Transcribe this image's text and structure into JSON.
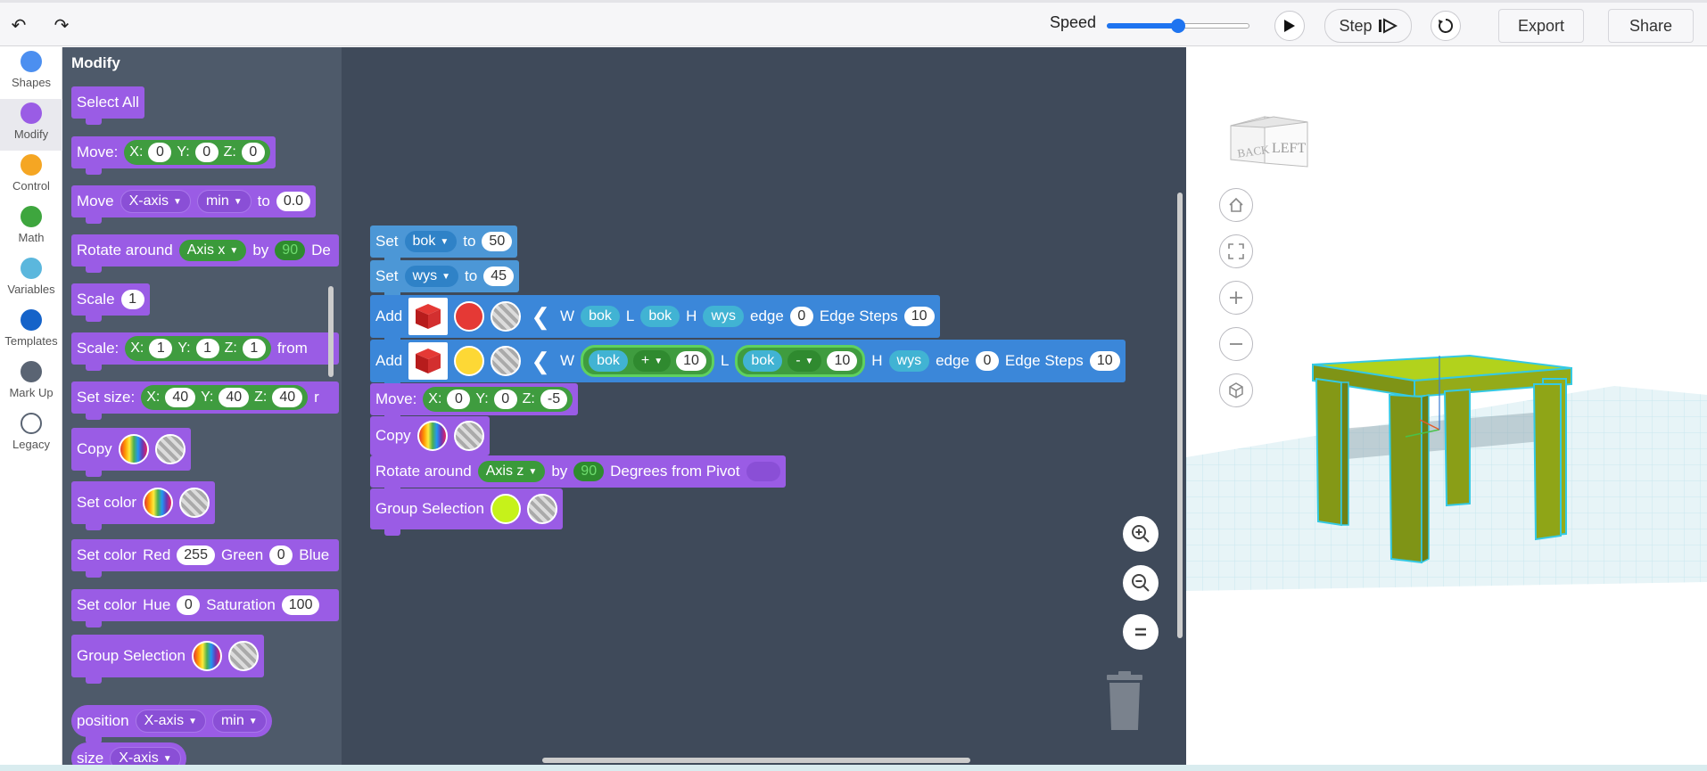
{
  "toolbar": {
    "undo_icon": "undo-icon",
    "redo_icon": "redo-icon",
    "speed_label": "Speed",
    "speed_value": 0.5,
    "step_label": "Step",
    "export_label": "Export",
    "share_label": "Share"
  },
  "categories": [
    {
      "label": "Shapes",
      "color": "#4c8ff0"
    },
    {
      "label": "Modify",
      "color": "#9a5ce5"
    },
    {
      "label": "Control",
      "color": "#f5a623"
    },
    {
      "label": "Math",
      "color": "#3ea63e"
    },
    {
      "label": "Variables",
      "color": "#5bb7dd"
    },
    {
      "label": "Templates",
      "color": "#1563c9"
    },
    {
      "label": "Mark Up",
      "color": "#5a6473"
    },
    {
      "label": "Legacy",
      "color": "#ffffff"
    }
  ],
  "flyout": {
    "title": "Modify",
    "select_all": "Select All",
    "move": {
      "label": "Move:",
      "x_label": "X:",
      "x": "0",
      "y_label": "Y:",
      "y": "0",
      "z_label": "Z:",
      "z": "0"
    },
    "move_axis": {
      "label": "Move",
      "axis": "X-axis",
      "which": "min",
      "to": "to",
      "value": "0.0"
    },
    "rotate": {
      "label": "Rotate around",
      "axis": "Axis x",
      "by": "by",
      "value": "90",
      "tail": "De"
    },
    "scale1": {
      "label": "Scale",
      "value": "1"
    },
    "scale2": {
      "label": "Scale:",
      "x_label": "X:",
      "x": "1",
      "y_label": "Y:",
      "y": "1",
      "z_label": "Z:",
      "z": "1",
      "tail": "from"
    },
    "set_size": {
      "label": "Set size:",
      "x_label": "X:",
      "x": "40",
      "y_label": "Y:",
      "y": "40",
      "z_label": "Z:",
      "z": "40",
      "tail": "r"
    },
    "copy": {
      "label": "Copy"
    },
    "set_color": {
      "label": "Set color"
    },
    "set_color_rgb": {
      "label": "Set color",
      "red_label": "Red",
      "red": "255",
      "green_label": "Green",
      "green": "0",
      "blue_label": "Blue"
    },
    "set_color_hsv": {
      "label": "Set color",
      "hue_label": "Hue",
      "hue": "0",
      "sat_label": "Saturation",
      "sat": "100"
    },
    "group_selection": {
      "label": "Group Selection"
    },
    "position": {
      "label": "position",
      "axis": "X-axis",
      "which": "min"
    },
    "size": {
      "label": "size",
      "axis": "X-axis"
    }
  },
  "workspace": {
    "set1": {
      "label": "Set",
      "var": "bok",
      "to": "to",
      "value": "50"
    },
    "set2": {
      "label": "Set",
      "var": "wys",
      "to": "to",
      "value": "45"
    },
    "add1": {
      "label": "Add",
      "color": "#e53935",
      "w": "W",
      "w_var": "bok",
      "l": "L",
      "l_var": "bok",
      "h": "H",
      "h_var": "wys",
      "edge_label": "edge",
      "edge": "0",
      "steps_label": "Edge Steps",
      "steps": "10"
    },
    "add2": {
      "label": "Add",
      "color": "#fdd835",
      "w": "W",
      "w_var": "bok",
      "w_op": "+",
      "w_num": "10",
      "l": "L",
      "l_var": "bok",
      "l_op": "-",
      "l_num": "10",
      "h": "H",
      "h_var": "wys",
      "edge_label": "edge",
      "edge": "0",
      "steps_label": "Edge Steps",
      "steps": "10"
    },
    "move": {
      "label": "Move:",
      "x_label": "X:",
      "x": "0",
      "y_label": "Y:",
      "y": "0",
      "z_label": "Z:",
      "z": "-5"
    },
    "copy": {
      "label": "Copy"
    },
    "rotate": {
      "label": "Rotate around",
      "axis": "Axis z",
      "by": "by",
      "value": "90",
      "tail": "Degrees from Pivot"
    },
    "group": {
      "label": "Group Selection",
      "color": "#c6f21a"
    }
  },
  "viewport": {
    "cube_left": "LEFT",
    "cube_back": "BACK",
    "table_color": "#8ea51a"
  }
}
